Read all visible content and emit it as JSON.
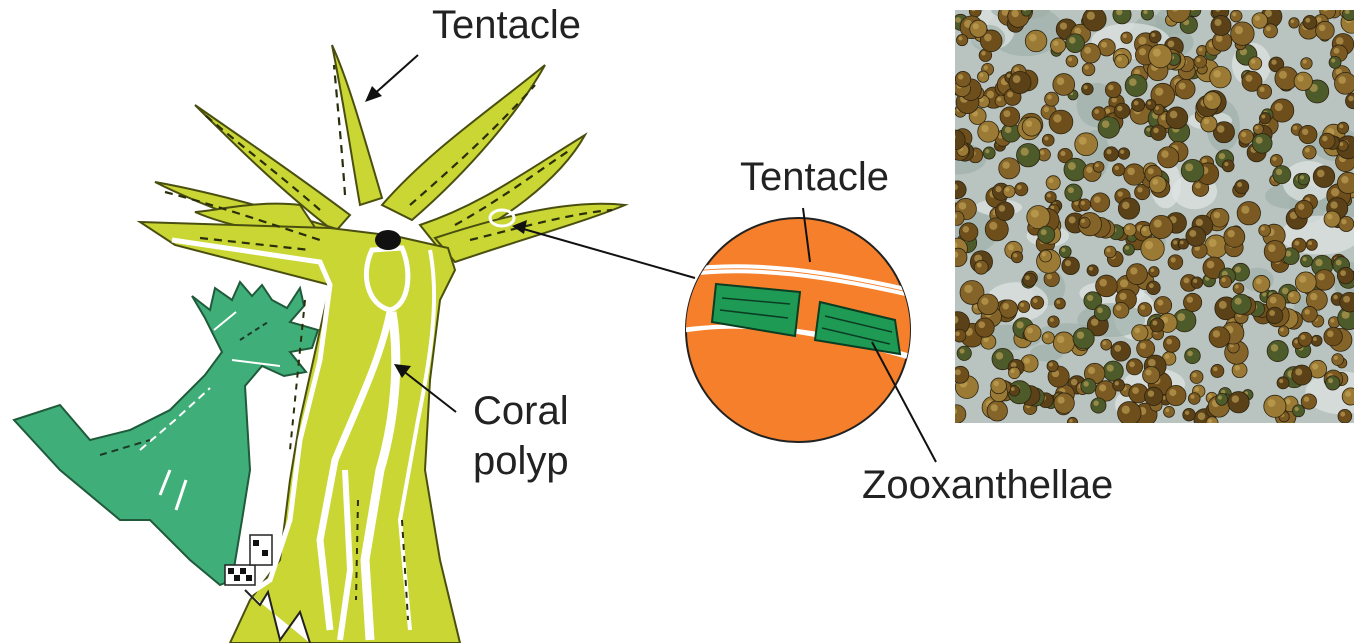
{
  "labels": {
    "tentacle_main": "Tentacle",
    "coral": "Coral",
    "polyp": "polyp",
    "tentacle_inset": "Tentacle",
    "zooxanthellae": "Zooxanthellae"
  },
  "colors": {
    "polyp_yellow_green": "#c9d634",
    "polyp_outline": "#4a4f10",
    "coral_green": "#3fae78",
    "inset_orange": "#f57f2a",
    "algae_green": "#1e9a55",
    "micro_brown": "#7a5a22",
    "micro_background": "#b9c4c0"
  }
}
